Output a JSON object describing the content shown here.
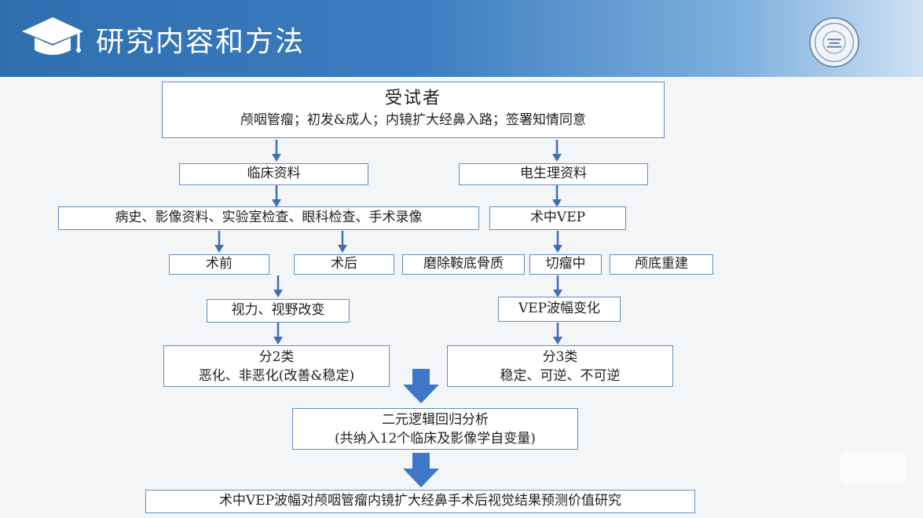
{
  "header": {
    "title": "研究内容和方法"
  },
  "nodes": {
    "subject_title": "受试者",
    "subject_desc": "颅咽管瘤；初发&成人；内镜扩大经鼻入路；签署知情同意",
    "clinical_data": "临床资料",
    "electro_data": "电生理资料",
    "clinical_items": "病史、影像资料、实验室检查、眼科检查、手术录像",
    "intraop_vep": "术中VEP",
    "preop": "术前",
    "postop": "术后",
    "bone_removal": "磨除鞍底骨质",
    "tumor_cut": "切瘤中",
    "floor_rebuild": "颅底重建",
    "vision_change": "视力、视野改变",
    "vep_change": "VEP波幅变化",
    "class2_title": "分2类",
    "class2_desc": "恶化、非恶化(改善&稳定)",
    "class3_title": "分3类",
    "class3_desc": "稳定、可逆、不可逆",
    "regression_title": "二元逻辑回归分析",
    "regression_desc": "(共纳入12个临床及影像学自变量)",
    "final_study": "术中VEP波幅对颅咽管瘤内镜扩大经鼻手术后视觉结果预测价值研究"
  },
  "colors": {
    "accent": "#2e6fb0",
    "arrow": "#3f6fb5",
    "fat_arrow": "#3d78c8",
    "border": "#5f8ec4"
  },
  "icons": {
    "header_icon": "graduation-cap-icon",
    "logo": "university-seal-logo"
  }
}
